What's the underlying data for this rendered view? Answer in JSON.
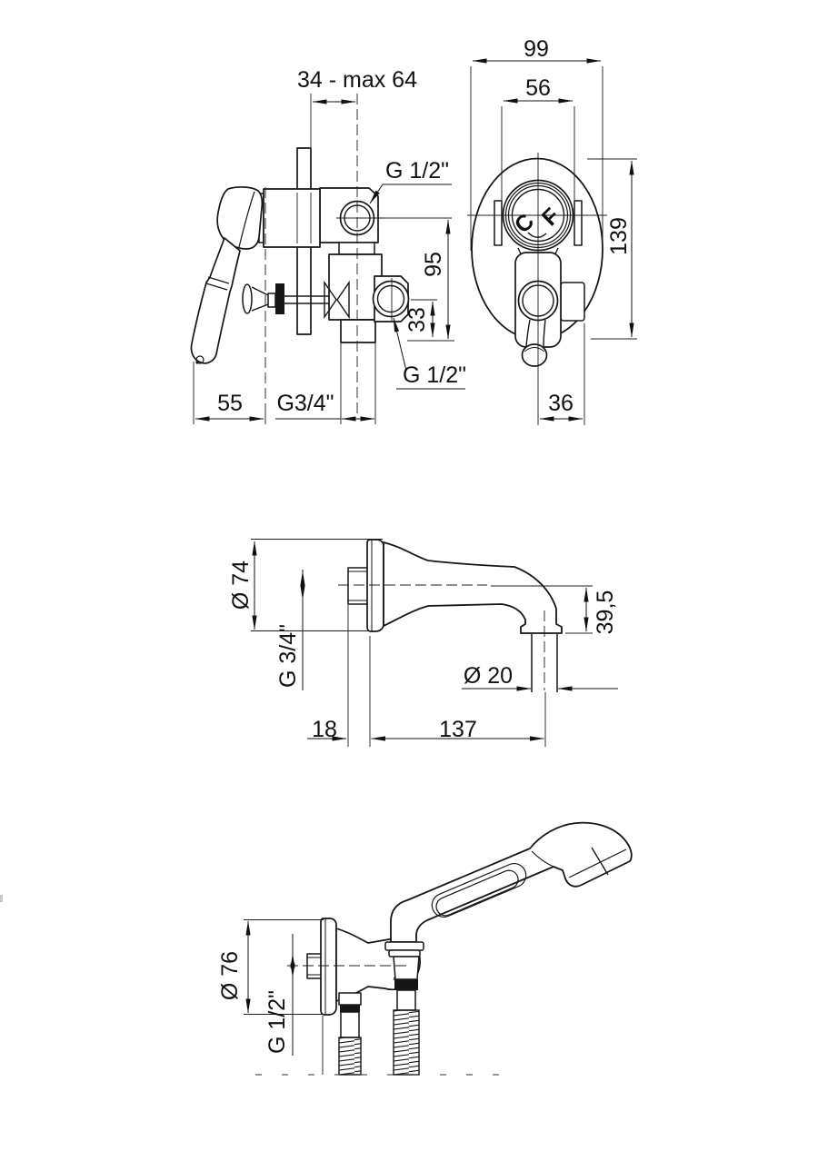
{
  "page": {
    "background": "#ffffff",
    "line_color": "#161616"
  },
  "views": {
    "mixer_side": {
      "dims": {
        "installation_depth": "34 - max 64",
        "top_outlet_thread": "G 1/2\"",
        "top_outlet_height": "95",
        "side_outlet_height": "33",
        "side_outlet_thread": "G 1/2\"",
        "handle_projection": "55",
        "bottom_outlet_thread": "G3/4\""
      }
    },
    "mixer_front": {
      "dims": {
        "plate_width": "99",
        "dial_diameter": "56",
        "plate_height": "139",
        "handle_offset": "36"
      },
      "dial": {
        "hot_label": "C",
        "cold_label": "F"
      }
    },
    "spout": {
      "dims": {
        "flange_diameter": "Ø 74",
        "connection_thread": "G 3/4\"",
        "outlet_height": "39,5",
        "outlet_diameter": "Ø 20",
        "flange_depth": "18",
        "spout_reach": "137"
      }
    },
    "handshower": {
      "dims": {
        "bracket_flange_diameter": "Ø 76",
        "connection_thread": "G 1/2\""
      }
    }
  }
}
